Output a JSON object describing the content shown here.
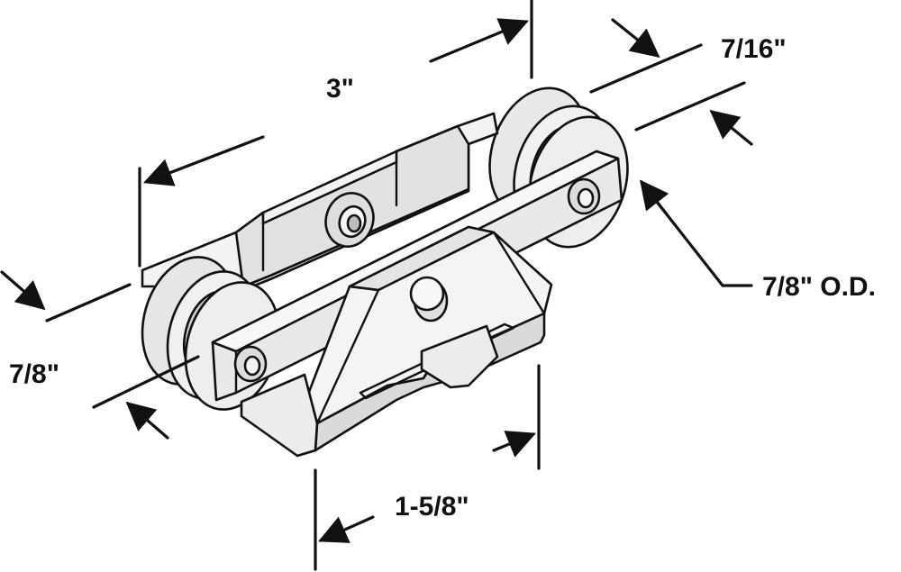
{
  "labels": {
    "length": "3\"",
    "wheel_width": "7/16\"",
    "wheel_od": "7/8\" O.D.",
    "height": "7/8\"",
    "bracket_width": "1-5/8\""
  },
  "colors": {
    "ink": "#111111",
    "metal_face": "#e6e6e6",
    "metal_top": "#f5f5f5",
    "metal_shadow": "#c4c4c4",
    "wheel": "#eeeeee",
    "wheel_dark": "#c8c8c8",
    "background": "#ffffff"
  }
}
